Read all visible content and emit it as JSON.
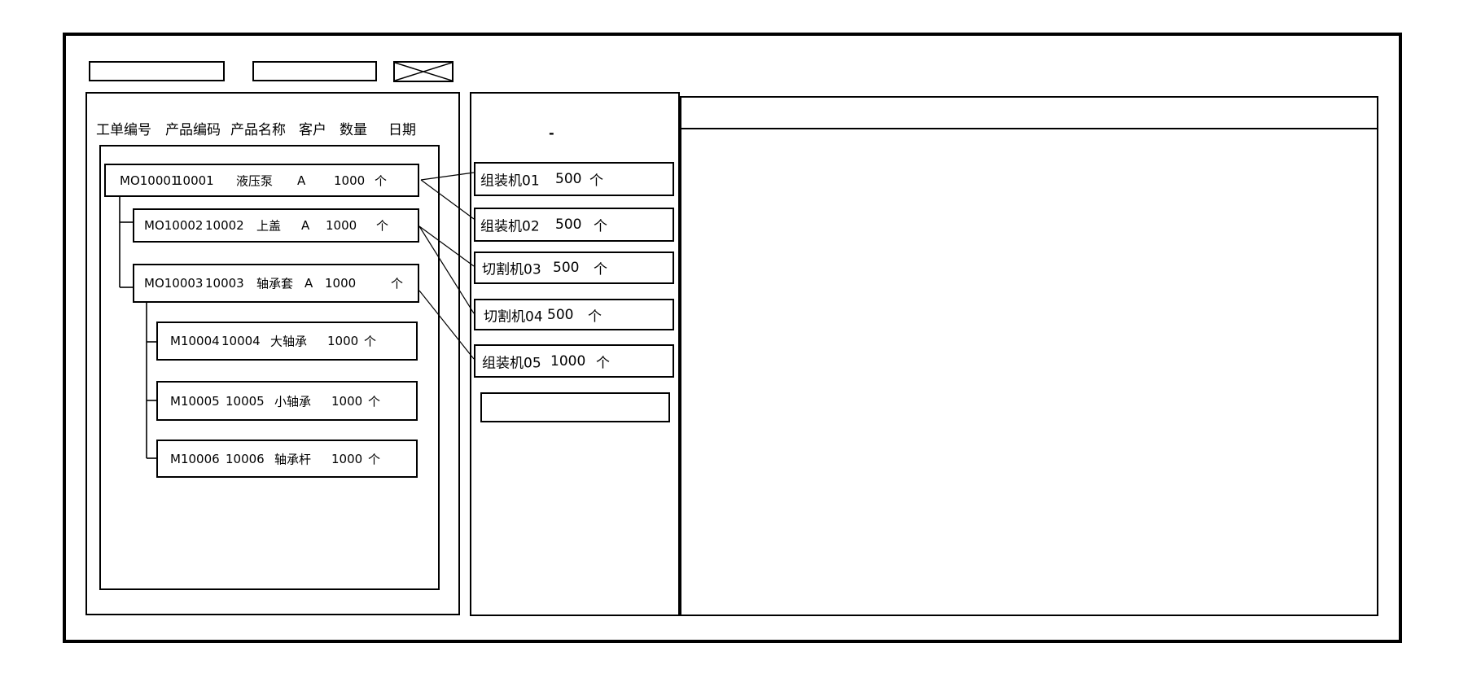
{
  "toolbar": {
    "field1_value": "",
    "field2_value": "",
    "close_glyph": ""
  },
  "left_panel": {
    "columns": [
      "工单编号",
      "产品编码",
      "产品名称",
      "客户",
      "数量",
      "日期"
    ],
    "orders": [
      {
        "order_no": "MO10001",
        "product_code": "10001",
        "product_name": "液压泵",
        "customer": "A",
        "quantity": "1000",
        "unit": "个"
      },
      {
        "order_no": "MO10002",
        "product_code": "10002",
        "product_name": "上盖",
        "customer": "A",
        "quantity": "1000",
        "unit": "个"
      },
      {
        "order_no": "MO10003",
        "product_code": "10003",
        "product_name": "轴承套",
        "customer": "A",
        "quantity": "1000",
        "unit": "个"
      },
      {
        "order_no": "M10004",
        "product_code": "10004",
        "product_name": "大轴承",
        "customer": "",
        "quantity": "1000",
        "unit": "个"
      },
      {
        "order_no": "M10005",
        "product_code": "10005",
        "product_name": "小轴承",
        "customer": "",
        "quantity": "1000",
        "unit": "个"
      },
      {
        "order_no": "M10006",
        "product_code": "10006",
        "product_name": "轴承杆",
        "customer": "",
        "quantity": "1000",
        "unit": "个"
      }
    ]
  },
  "middle_panel": {
    "placeholder_mark": "-",
    "machines": [
      {
        "name": "组装机01",
        "quantity": "500",
        "unit": "个"
      },
      {
        "name": "组装机02",
        "quantity": "500",
        "unit": "个"
      },
      {
        "name": "切割机03",
        "quantity": "500",
        "unit": "个"
      },
      {
        "name": "切割机04",
        "quantity": "500",
        "unit": "个"
      },
      {
        "name": "组装机05",
        "quantity": "1000",
        "unit": "个"
      }
    ],
    "empty_slot_value": ""
  },
  "right_panel": {
    "header_value": "",
    "body_value": ""
  },
  "colors": {
    "line": "#000000",
    "background": "#ffffff"
  }
}
